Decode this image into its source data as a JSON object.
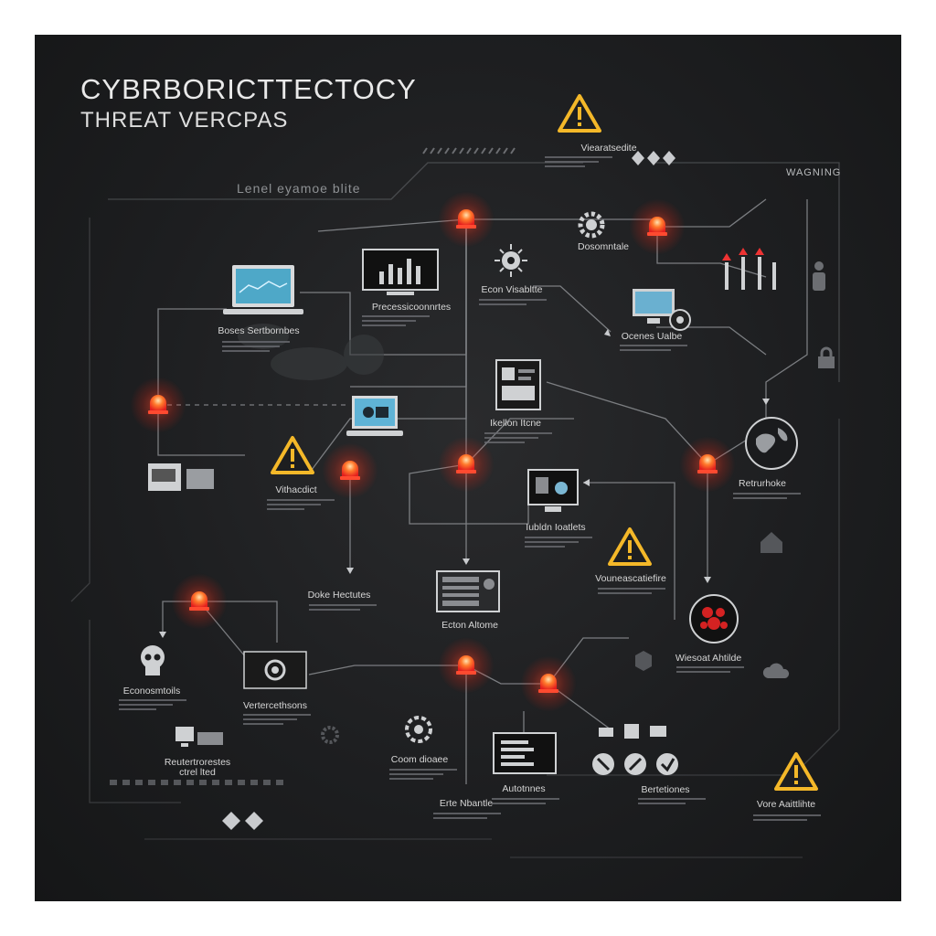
{
  "header": {
    "title_line1": "CYBRBORICTTECTOCY",
    "title_line2": "THREAT VERCPAS",
    "subtitle": "Lenel eyamoe blite"
  },
  "labels": {
    "warning_top": "Viearatsedite",
    "warning_corner": "WAGNING",
    "collector": "Dosomntale",
    "bases": "Boses Sertbornbes",
    "process": "Precessicoonnrtes",
    "econ": "Econ Visabltte",
    "ocenes": "Ocenes Ualbe",
    "kellon": "Ikellon Itcne",
    "vithacdict": "Vithacdict",
    "bulbin": "Iubldn Ioatlets",
    "retrubhoke": "Retrurhoke",
    "dohe": "Doke Hectutes",
    "vouneas": "Vouneascatiefire",
    "ecton": "Ecton Altome",
    "econiomtoils": "Econosmtoils",
    "vertercthsns": "Vertercethsons",
    "wiesoat": "Wiesoat Ahtilde",
    "reutrs": "Reutertrorestes",
    "reutrs_sub": "ctrel lted",
    "coom": "Coom dioaee",
    "automnes": "Autotnnes",
    "bertenes": "Bertetiones",
    "erte": "Erte Nbantle",
    "vore": "Vore Aaittlihte"
  },
  "colors": {
    "background": "#1d1e20",
    "alert_red": "#ff3b2a",
    "warning_yellow": "#f4b829",
    "wire": "#9a9da1",
    "text": "#d6d6d6"
  },
  "icons": {
    "alert": "alarm-beacon-icon",
    "warning": "warning-triangle-icon",
    "laptop": "laptop-icon",
    "monitor": "monitor-icon",
    "globe": "globe-icon",
    "gear": "gear-icon",
    "skull": "skull-icon",
    "virus": "virus-icon"
  }
}
